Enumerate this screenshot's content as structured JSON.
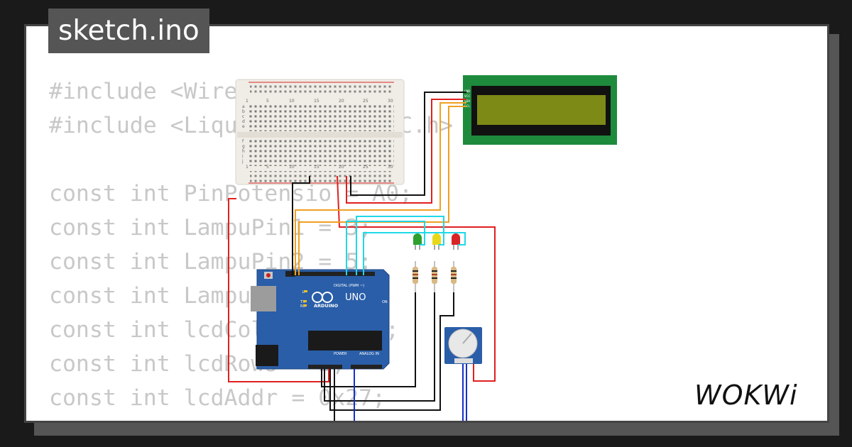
{
  "file": {
    "name": "sketch.ino"
  },
  "code_lines": [
    "#include <Wire.h>",
    "#include <LiquidCrystal_I2C.h>",
    "",
    "const int PinPotensio = A0;",
    "const int LampuPin1 = 3;",
    "const int LampuPin2 = 5;",
    "const int LampuPin3 = 6;",
    "const int lcdColumns = 16;",
    "const int lcdRows = 2;",
    "const int lcdAddr = 0x27;"
  ],
  "brand": {
    "name": "WOKWi"
  },
  "arduino": {
    "model": "UNO",
    "brand": "ARDUINO",
    "digital_label": "DIGITAL (PWM ~)",
    "analog_label": "ANALOG IN",
    "power_label": "POWER",
    "on_label": "ON",
    "tx": "TX",
    "rx": "RX",
    "l": "L"
  },
  "breadboard": {
    "top_numbers": [
      "1",
      "5",
      "10",
      "15",
      "20",
      "25",
      "30"
    ],
    "rows_top": [
      "a",
      "b",
      "c",
      "d",
      "e"
    ],
    "rows_bottom": [
      "f",
      "g",
      "h",
      "i",
      "j"
    ]
  },
  "lcd": {
    "pins": [
      "GND",
      "VCC",
      "SDA",
      "SCL"
    ]
  },
  "leds": [
    {
      "color": "#2ea02e"
    },
    {
      "color": "#e8d81a"
    },
    {
      "color": "#d82424"
    }
  ],
  "colors": {
    "wire_red": "#e02020",
    "wire_black": "#111111",
    "wire_orange": "#f0a020",
    "wire_cyan": "#20d8e8",
    "wire_blue": "#1530c8",
    "lcd_pcb": "#1e8a3c",
    "lcd_screen": "#7d8a16",
    "arduino_blue": "#2a5ea8"
  }
}
